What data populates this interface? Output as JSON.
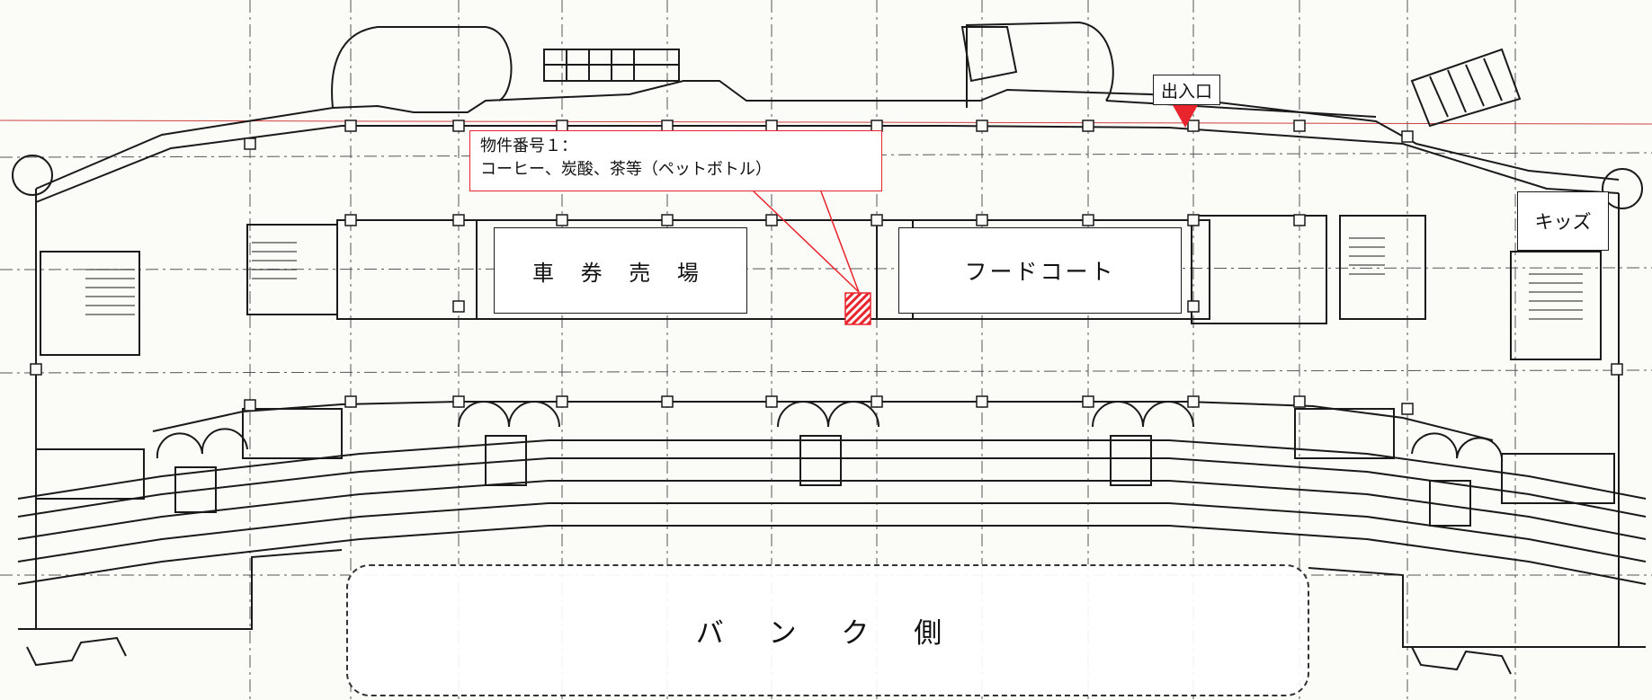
{
  "areas": {
    "ticket_sales": "車 券 売 場",
    "food_court": "フードコート",
    "kids": "キッズ",
    "bank_side": "バ ン ク 側"
  },
  "entrance": {
    "label": "出入口"
  },
  "callout": {
    "line1": "物件番号１：",
    "line2": "コーヒー、炭酸、茶等（ペットボトル）"
  },
  "colors": {
    "accent": "#e8242c",
    "ink": "#1a1a1a",
    "paper": "#fbfbf8"
  }
}
